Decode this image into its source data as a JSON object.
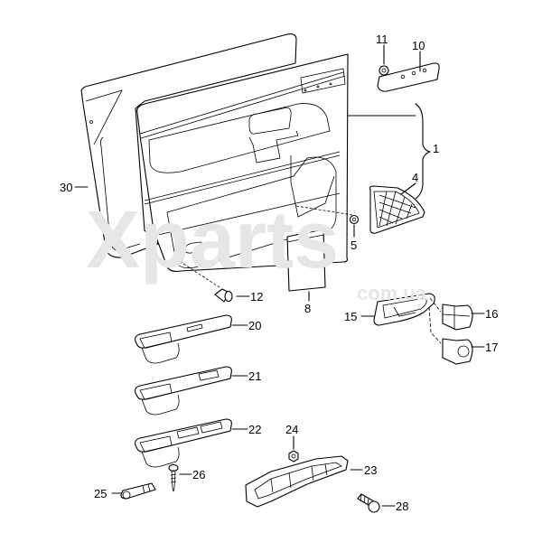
{
  "watermark": {
    "brand": "Xparts",
    "domain": "com.ua"
  },
  "callouts": {
    "p1": "1",
    "p4": "4",
    "p5": "5",
    "p8": "8",
    "p10": "10",
    "p11": "11",
    "p12": "12",
    "p15": "15",
    "p16": "16",
    "p17": "17",
    "p20": "20",
    "p21": "21",
    "p22": "22",
    "p23": "23",
    "p24": "24",
    "p25": "25",
    "p26": "26",
    "p28": "28",
    "p30": "30"
  }
}
